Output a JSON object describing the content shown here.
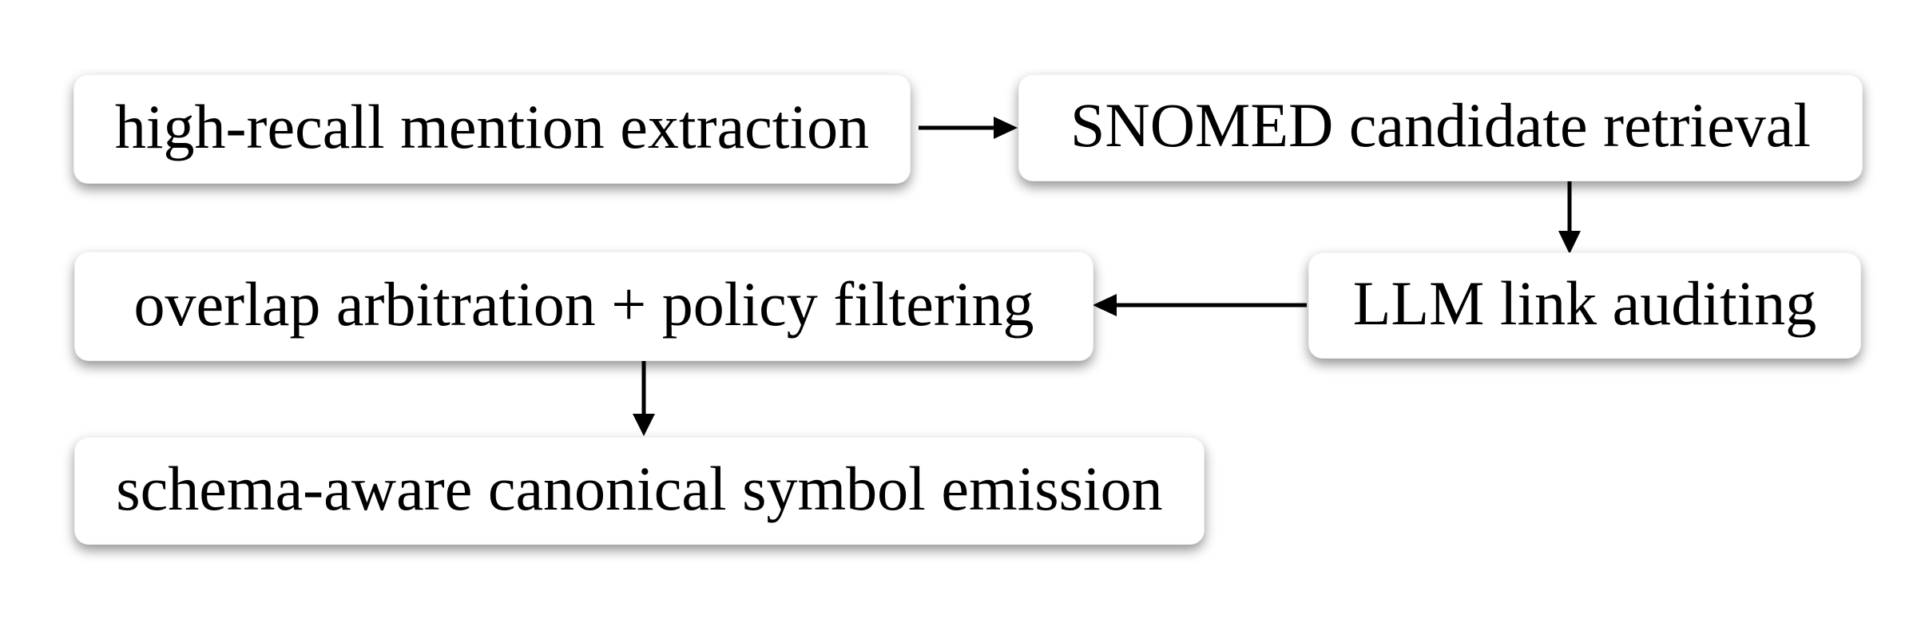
{
  "diagram": {
    "background_color": "#ffffff",
    "node_fill_color": "#ffffff",
    "text_color": "#000000",
    "arrow_color": "#000000",
    "nodes": [
      {
        "id": "mention-extraction",
        "label": "high-recall mention extraction"
      },
      {
        "id": "snomed-retrieval",
        "label": "SNOMED candidate retrieval"
      },
      {
        "id": "overlap-arbitration",
        "label": "overlap arbitration + policy filtering"
      },
      {
        "id": "llm-auditing",
        "label": "LLM link auditing"
      },
      {
        "id": "symbol-emission",
        "label": "schema-aware canonical symbol emission"
      }
    ],
    "edges": [
      {
        "from": "mention-extraction",
        "to": "snomed-retrieval",
        "direction": "right"
      },
      {
        "from": "snomed-retrieval",
        "to": "llm-auditing",
        "direction": "down"
      },
      {
        "from": "llm-auditing",
        "to": "overlap-arbitration",
        "direction": "left"
      },
      {
        "from": "overlap-arbitration",
        "to": "symbol-emission",
        "direction": "down"
      }
    ]
  }
}
